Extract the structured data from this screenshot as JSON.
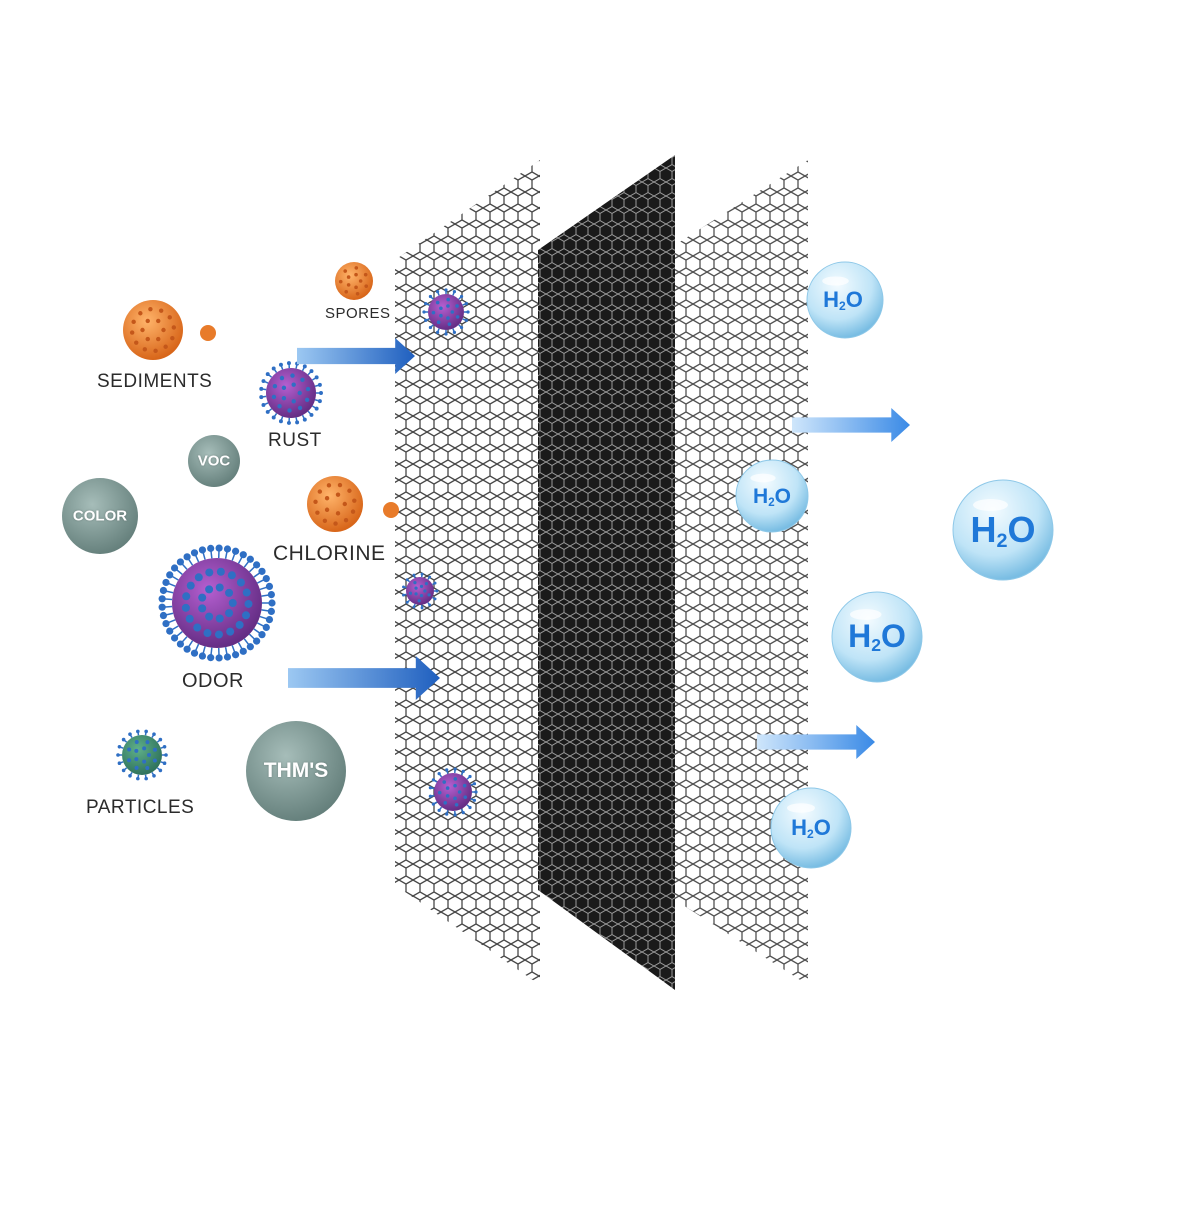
{
  "contaminants": {
    "sediments": "SEDIMENTS",
    "spores": "SPORES",
    "rust": "RUST",
    "voc": "VOC",
    "color": "COLOR",
    "chlorine": "CHLORINE",
    "odor": "ODOR",
    "particles": "PARTICLES",
    "thms": "THM'S"
  },
  "water": {
    "symbol_main": "H",
    "symbol_sub": "2",
    "symbol_end": "O"
  },
  "colors": {
    "orange": "#e87b2a",
    "purple": "#7a3c9e",
    "blue_dots": "#2f6fc4",
    "gray_green": "#7d9a96",
    "arrow_blue": "#2f74d0",
    "water_blue": "#bfe4f7",
    "h2o_text": "#1f78d8"
  }
}
